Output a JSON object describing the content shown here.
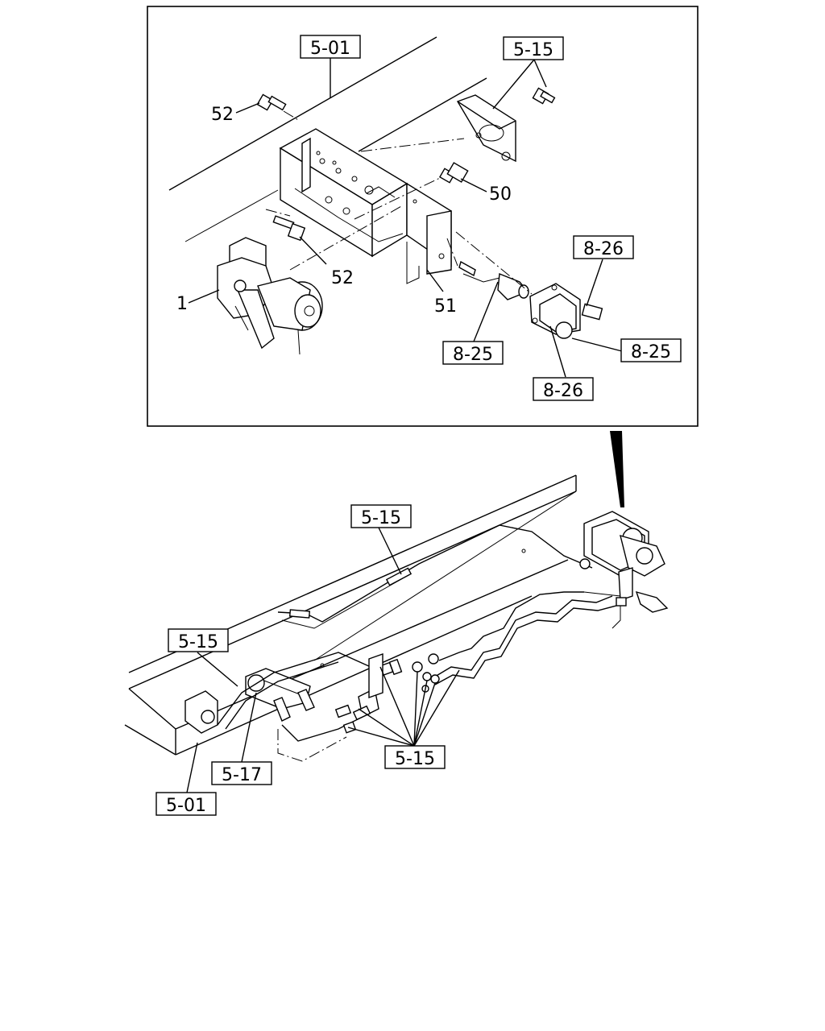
{
  "callouts": {
    "ref_5_01_top": "5-01",
    "ref_5_15_top": "5-15",
    "num_52_upper": "52",
    "num_50": "50",
    "num_52_lower": "52",
    "num_1": "1",
    "num_51": "51",
    "ref_8_26_upper": "8-26",
    "ref_8_25_left": "8-25",
    "ref_8_25_right": "8-25",
    "ref_8_26_lower": "8-26",
    "ref_5_15_mid": "5-15",
    "ref_5_15_left": "5-15",
    "ref_5_15_bottom": "5-15",
    "ref_5_17": "5-17",
    "ref_5_01_bottom": "5-01"
  }
}
